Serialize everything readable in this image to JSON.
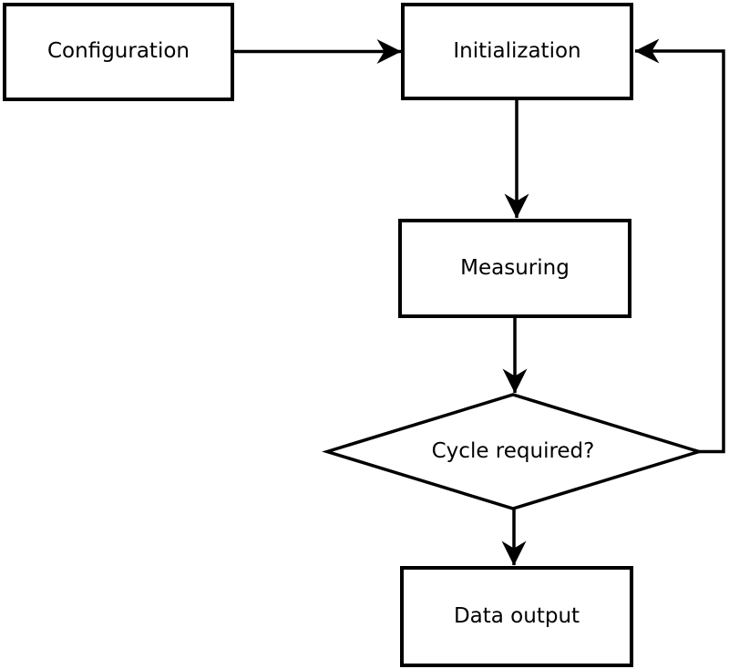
{
  "diagram": {
    "type": "flowchart",
    "background_color": "#ffffff",
    "line_color": "#000000",
    "text_color": "#000000",
    "nodes": {
      "configuration": {
        "label": "Configuration",
        "shape": "rectangle"
      },
      "initialization": {
        "label": "Initialization",
        "shape": "rectangle"
      },
      "measuring": {
        "label": "Measuring",
        "shape": "rectangle"
      },
      "cycle_required": {
        "label": "Cycle required?",
        "shape": "diamond"
      },
      "data_output": {
        "label": "Data output",
        "shape": "rectangle"
      }
    },
    "edges": [
      {
        "from": "configuration",
        "to": "initialization",
        "direction": "right"
      },
      {
        "from": "initialization",
        "to": "measuring",
        "direction": "down"
      },
      {
        "from": "measuring",
        "to": "cycle_required",
        "direction": "down"
      },
      {
        "from": "cycle_required",
        "to": "data_output",
        "direction": "down"
      },
      {
        "from": "cycle_required",
        "to": "initialization",
        "direction": "feedback-loop-right-up"
      }
    ]
  }
}
